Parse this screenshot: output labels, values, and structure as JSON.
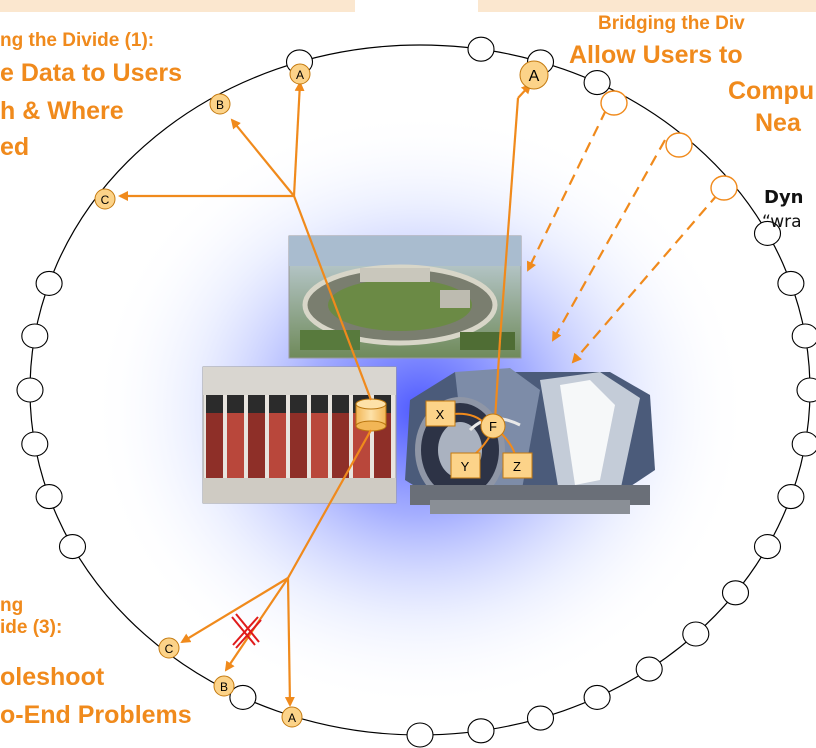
{
  "headings": {
    "h1_sub": "ng the Divide (1):",
    "h1_line1": "e Data to Users",
    "h1_line2": "h & Where",
    "h1_line3": "ed",
    "h2_sub": "Bridging the Div",
    "h2_line1": "Allow Users to",
    "h2_line2": "Compu",
    "h2_line3": "Nea",
    "h3_line1": "ng",
    "h3_line2": "ide (3):",
    "h3_line3": "oleshoot",
    "h3_line4": "o-End Problems"
  },
  "side_note": {
    "title": "Dyn",
    "text": "“wra"
  },
  "node_labels": {
    "a_top_small": "A",
    "b_top": "B",
    "c_top": "C",
    "a_top_center": "A",
    "c_bottom": "C",
    "b_bottom": "B",
    "a_bottom": "A",
    "x": "X",
    "f": "F",
    "y": "Y",
    "z": "Z"
  },
  "colors": {
    "accent": "#f08a1c",
    "node_fill": "#fcd389",
    "node_stroke": "#c47a10",
    "cross": "#e01b1b",
    "ring_node_stroke": "#000000"
  }
}
